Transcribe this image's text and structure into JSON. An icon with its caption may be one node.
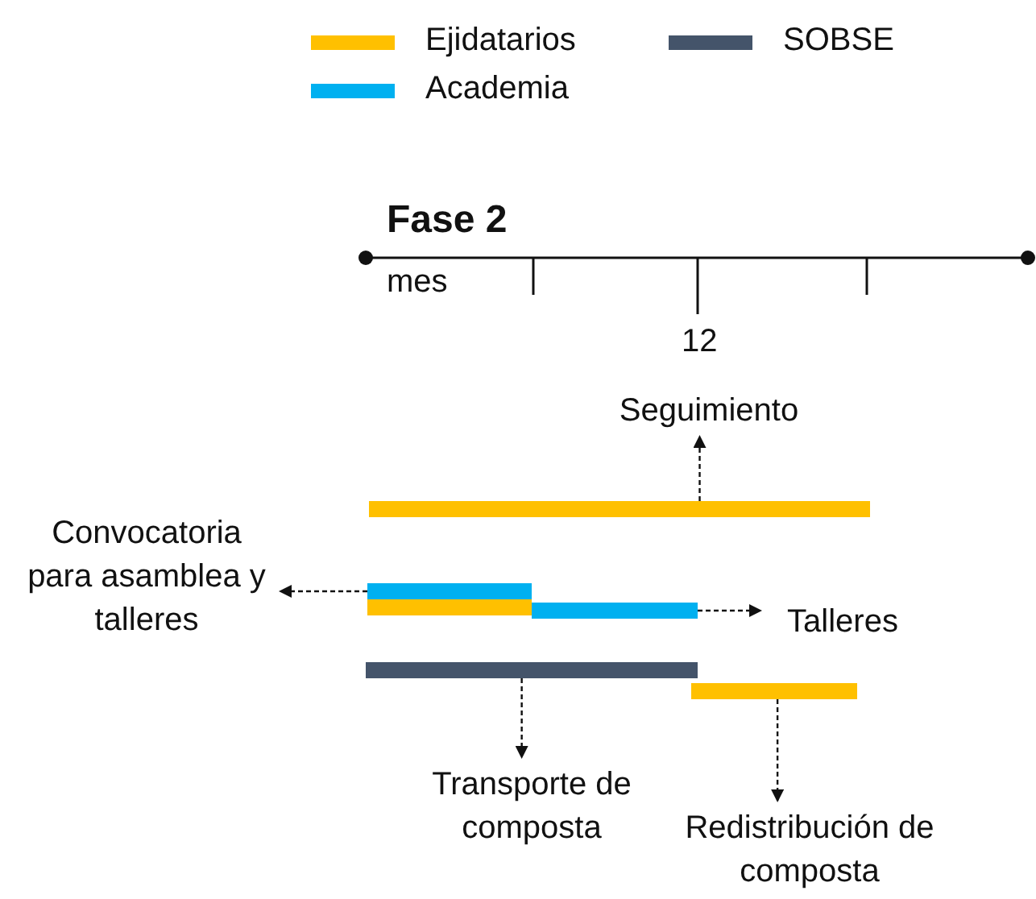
{
  "diagram": {
    "nodes": [
      {
        "text": [
          "Seguimiento"
        ]
      },
      {
        "text": [],
        "shape": "bar"
      },
      {
        "text": [
          "Convocatoria para asamblea y talleres"
        ]
      },
      {
        "text": [],
        "shape": "bar"
      },
      {
        "text": [],
        "shape": "bar"
      },
      {
        "text": [],
        "shape": "bar"
      },
      {
        "text": [
          "Talleres"
        ]
      },
      {
        "text": [],
        "shape": "bar"
      },
      {
        "text": [],
        "shape": "bar"
      },
      {
        "text": [
          "Transporte de composta"
        ]
      },
      {
        "text": [
          "Redistribución de composta"
        ]
      }
    ],
    "edges": [
      {
        "from": 1,
        "to": 0,
        "arrow": "to",
        "style": "dashed"
      },
      {
        "from": 3,
        "to": 2,
        "arrow": "to",
        "style": "dashed"
      },
      {
        "from": 5,
        "to": 6,
        "arrow": "to",
        "style": "dashed"
      },
      {
        "from": 7,
        "to": 9,
        "arrow": "to",
        "style": "dashed"
      },
      {
        "from": 8,
        "to": 10,
        "arrow": "to",
        "style": "dashed"
      }
    ],
    "labels": [
      "Fase 2",
      "mes",
      "12"
    ],
    "legend": [
      {
        "text": "Ejidatarios",
        "color": "#ffc000"
      },
      {
        "text": "Academia",
        "color": "#00b0f0"
      },
      {
        "text": "SOBSE",
        "color": "#44546a"
      }
    ]
  }
}
